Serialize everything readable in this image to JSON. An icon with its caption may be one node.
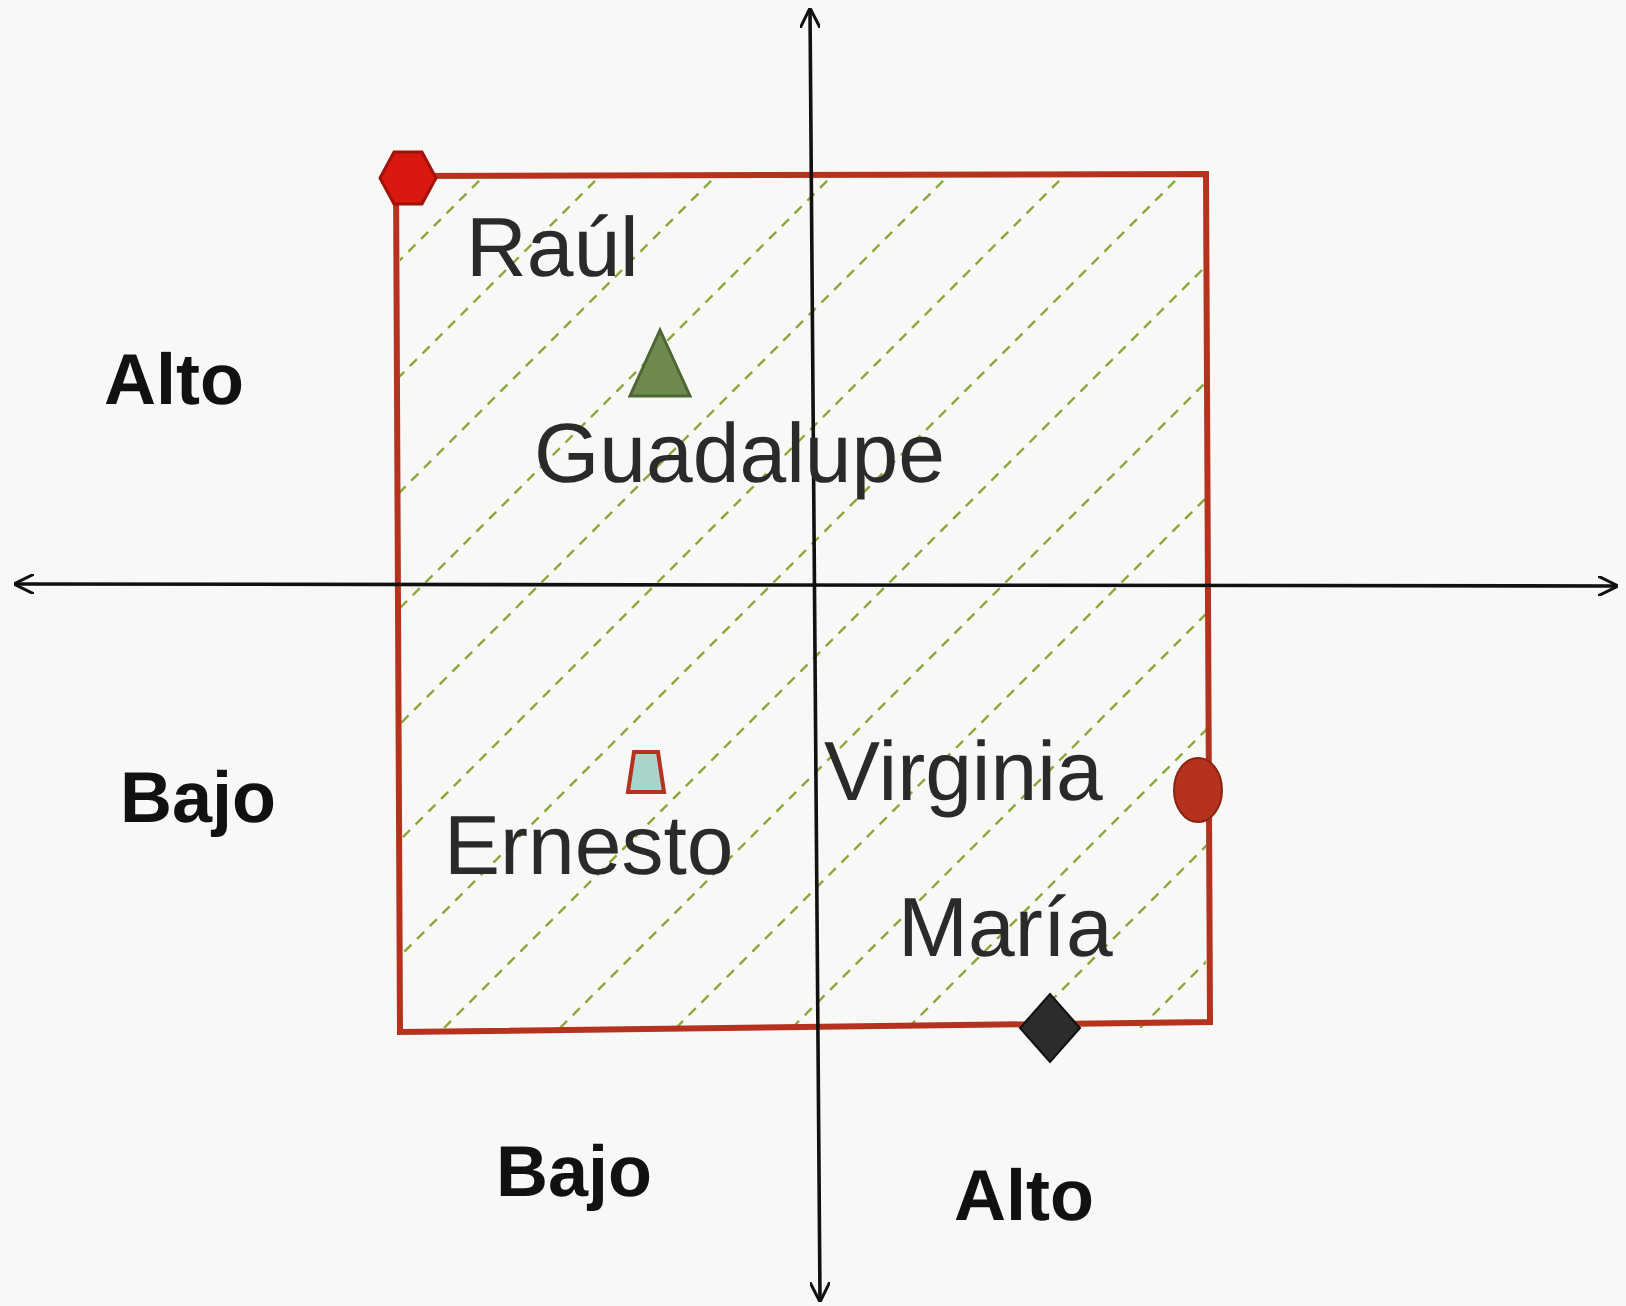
{
  "diagram": {
    "nodes": [
      {
        "text": [],
        "shape": "hexagon",
        "beside": [
          "Raúl"
        ]
      },
      {
        "text": [],
        "shape": "triangle",
        "beside": [
          "Guadalupe"
        ]
      },
      {
        "text": [],
        "shape": "trapezoid",
        "beside": [
          "Ernesto"
        ]
      },
      {
        "text": [],
        "shape": "circle",
        "beside": [
          "Virginia"
        ]
      },
      {
        "text": [],
        "shape": "diamond",
        "beside": [
          "María"
        ]
      }
    ],
    "edges": [],
    "labels": [
      "Alto",
      "Bajo",
      "Bajo",
      "Alto"
    ]
  }
}
